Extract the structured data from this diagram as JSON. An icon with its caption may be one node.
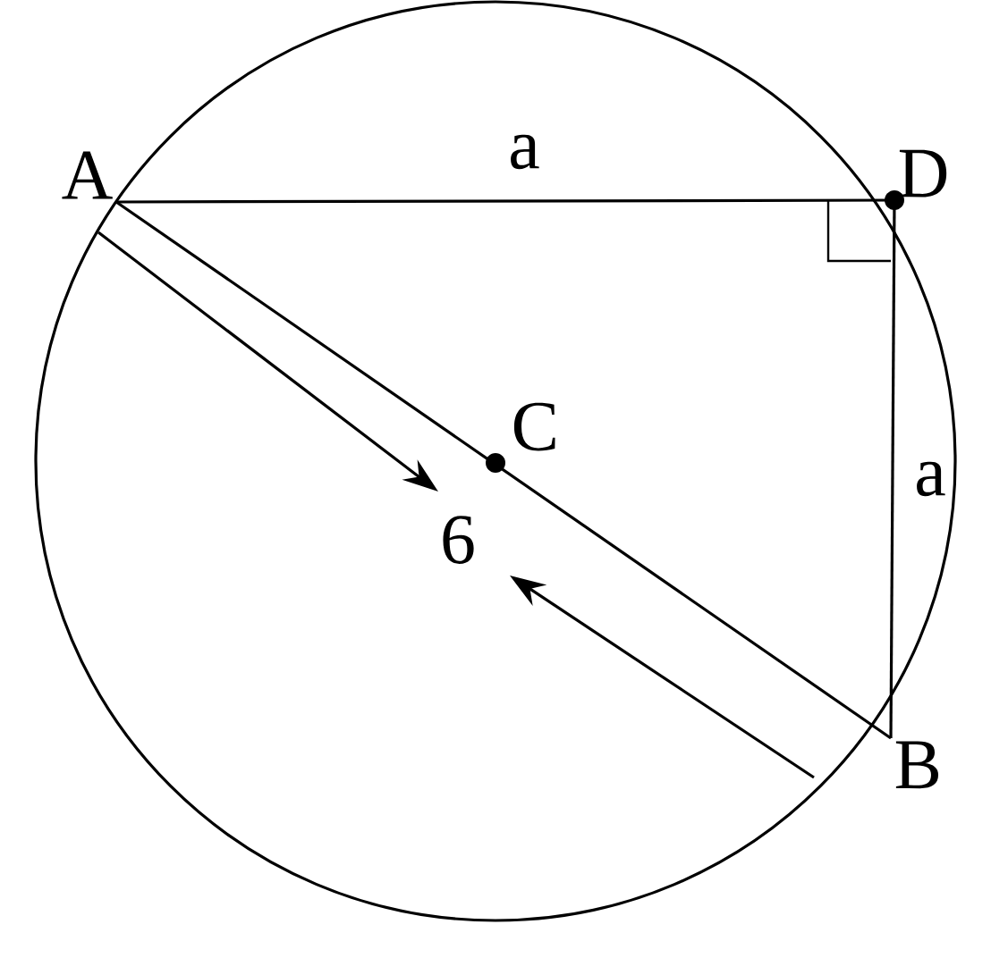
{
  "diagram": {
    "nodes": [
      {
        "text": [
          "A"
        ]
      },
      {
        "text": [
          "D"
        ]
      },
      {
        "text": [
          "C"
        ]
      },
      {
        "text": [
          "B"
        ]
      }
    ],
    "edges": [
      {
        "from": 0,
        "to": 1,
        "arrow": "none",
        "label": "a"
      },
      {
        "from": 1,
        "to": 3,
        "arrow": "none",
        "label": "a"
      },
      {
        "from": 0,
        "to": 3,
        "arrow": "none"
      }
    ],
    "labels": [
      "6"
    ]
  }
}
